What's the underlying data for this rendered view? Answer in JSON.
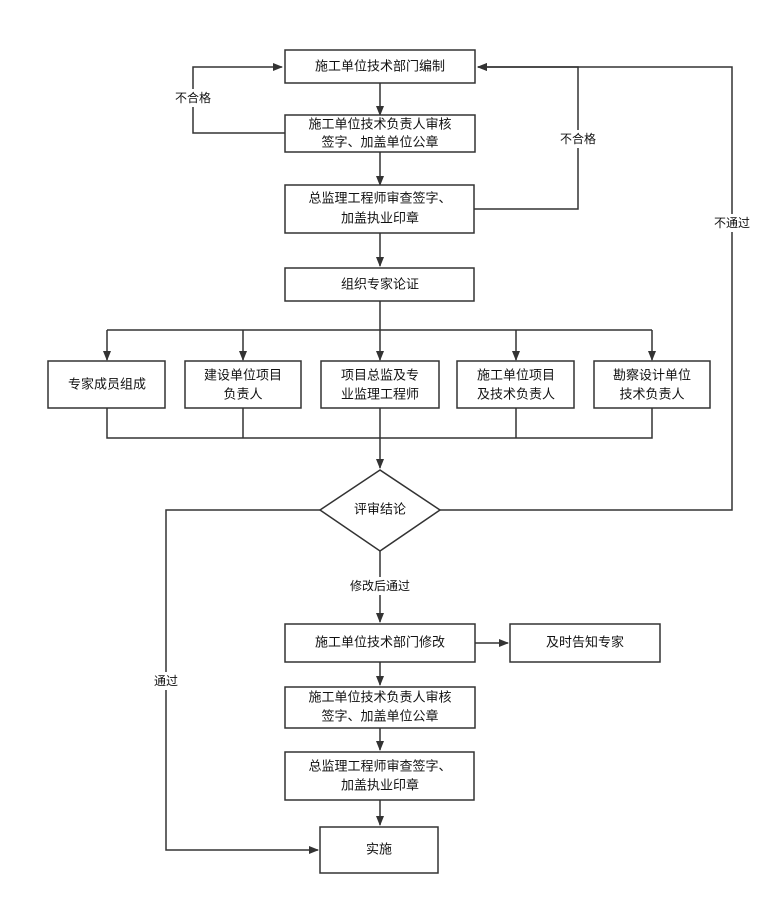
{
  "nodes": {
    "compile": "施工单位技术部门编制",
    "review1_l1": "施工单位技术负责人审核",
    "review1_l2": "签字、加盖单位公章",
    "chief1_l1": "总监理工程师审查签字、",
    "chief1_l2": "加盖执业印章",
    "expert_demo": "组织专家论证",
    "p1": "专家成员组成",
    "p2_l1": "建设单位项目",
    "p2_l2": "负责人",
    "p3_l1": "项目总监及专",
    "p3_l2": "业监理工程师",
    "p4_l1": "施工单位项目",
    "p4_l2": "及技术负责人",
    "p5_l1": "勘察设计单位",
    "p5_l2": "技术负责人",
    "conclusion": "评审结论",
    "modify": "施工单位技术部门修改",
    "notify": "及时告知专家",
    "review2_l1": "施工单位技术负责人审核",
    "review2_l2": "签字、加盖单位公章",
    "chief2_l1": "总监理工程师审查签字、",
    "chief2_l2": "加盖执业印章",
    "implement": "实施"
  },
  "edge_labels": {
    "fail1": "不合格",
    "fail2": "不合格",
    "not_pass": "不通过",
    "pass": "通过",
    "pass_after_modify": "修改后通过"
  },
  "colors": {
    "stroke": "#333333",
    "text": "#111111",
    "background": "#ffffff"
  }
}
